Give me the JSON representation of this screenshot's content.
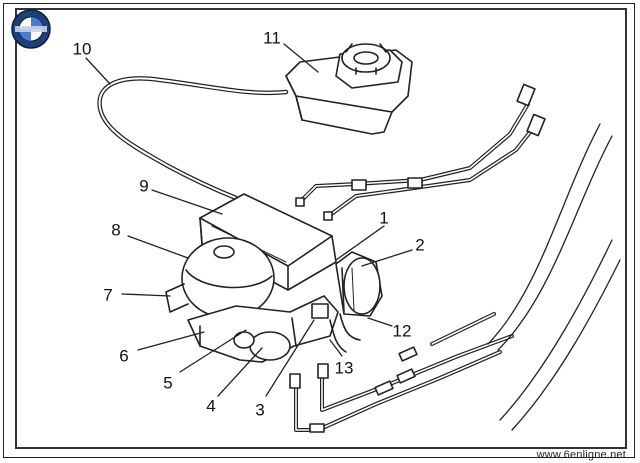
{
  "diagram": {
    "callouts": [
      {
        "id": "1",
        "text": "1"
      },
      {
        "id": "2",
        "text": "2"
      },
      {
        "id": "3",
        "text": "3"
      },
      {
        "id": "4",
        "text": "4"
      },
      {
        "id": "5",
        "text": "5"
      },
      {
        "id": "6",
        "text": "6"
      },
      {
        "id": "7",
        "text": "7"
      },
      {
        "id": "8",
        "text": "8"
      },
      {
        "id": "9",
        "text": "9"
      },
      {
        "id": "10",
        "text": "10"
      },
      {
        "id": "11",
        "text": "11"
      },
      {
        "id": "12",
        "text": "12"
      },
      {
        "id": "13",
        "text": "13"
      }
    ],
    "watermark": "www.6enligne.net",
    "colors": {
      "line": "#222222",
      "fill": "#ffffff",
      "shade": "#d9d9d9"
    }
  }
}
